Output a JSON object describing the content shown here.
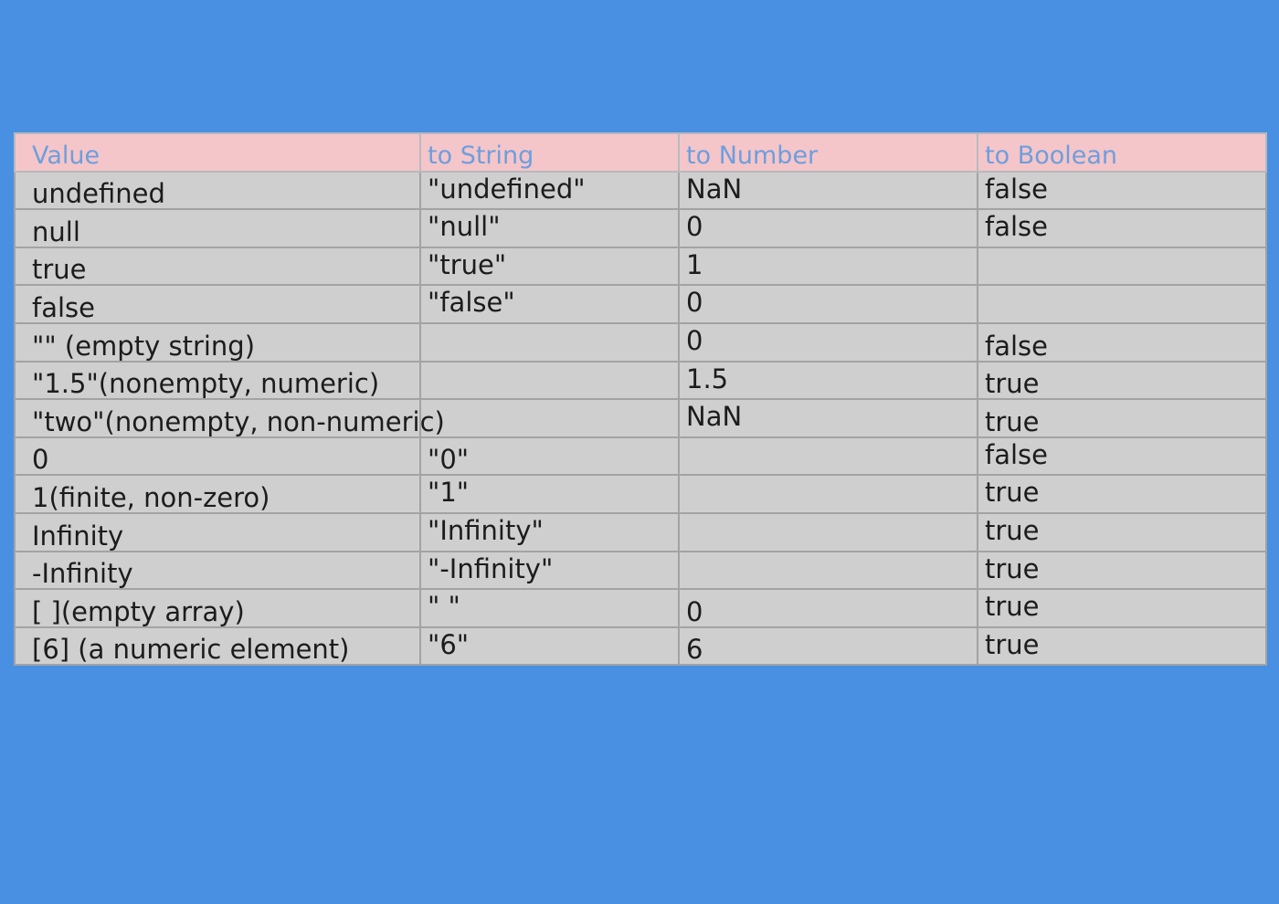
{
  "table": {
    "headers": [
      "Value",
      "to String",
      "to Number",
      "to Boolean"
    ],
    "rows": [
      [
        "undefined",
        "\"undefined\"",
        "NaN",
        "false"
      ],
      [
        "null",
        "\"null\"",
        "0",
        "false"
      ],
      [
        "true",
        "\"true\"",
        "1",
        ""
      ],
      [
        "false",
        "\"false\"",
        "0",
        ""
      ],
      [
        "\"\" (empty string)",
        "",
        "0",
        "false"
      ],
      [
        "\"1.5\"(nonempty, numeric)",
        "",
        "1.5",
        "true"
      ],
      [
        "\"two\"(nonempty, non-numeric)",
        "",
        "NaN",
        "true"
      ],
      [
        "0",
        "\"0\"",
        "",
        "false"
      ],
      [
        "1(finite, non-zero)",
        "\"1\"",
        "",
        "true"
      ],
      [
        "Infinity",
        "\"Infinity\"",
        "",
        "true"
      ],
      [
        "-Infinity",
        "\"-Infinity\"",
        "",
        "true"
      ],
      [
        "[ ](empty array)",
        "\" \"",
        "0",
        "true"
      ],
      [
        "[6] (a numeric element)",
        "\"6\"",
        "6",
        "true"
      ]
    ]
  },
  "colors": {
    "background": "#4a90e2",
    "header_background": "#f4c6c9",
    "header_text": "#6e9ede",
    "cell_background": "#cfcfcf",
    "grid": "#a3a3a3"
  }
}
